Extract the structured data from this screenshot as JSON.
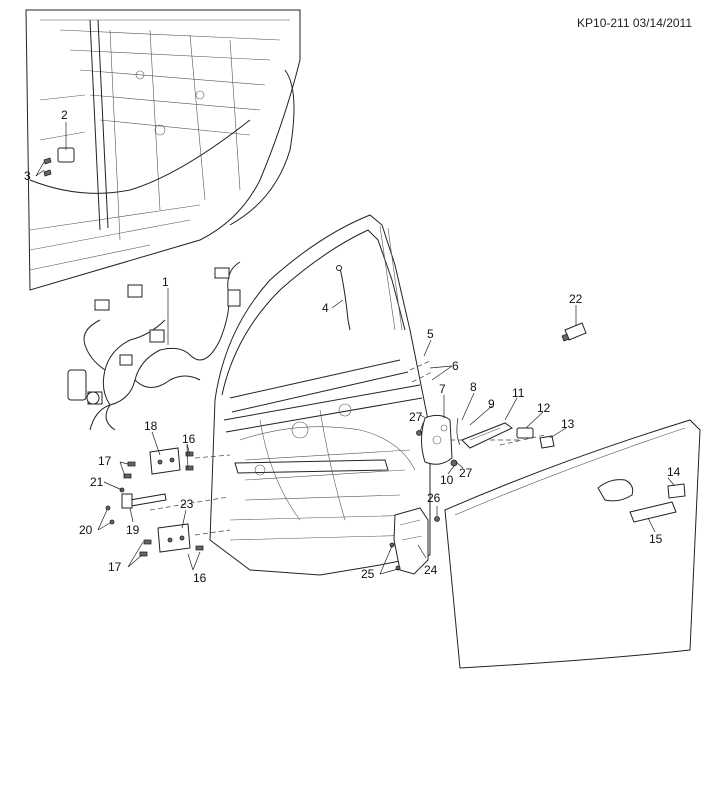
{
  "header": {
    "reference": "KP10-211 03/14/2011"
  },
  "callouts": [
    "1",
    "2",
    "3",
    "4",
    "5",
    "6",
    "7",
    "8",
    "9",
    "10",
    "11",
    "12",
    "13",
    "14",
    "15",
    "16",
    "16",
    "17",
    "17",
    "18",
    "19",
    "20",
    "21",
    "22",
    "23",
    "24",
    "25",
    "26",
    "27",
    "27"
  ]
}
